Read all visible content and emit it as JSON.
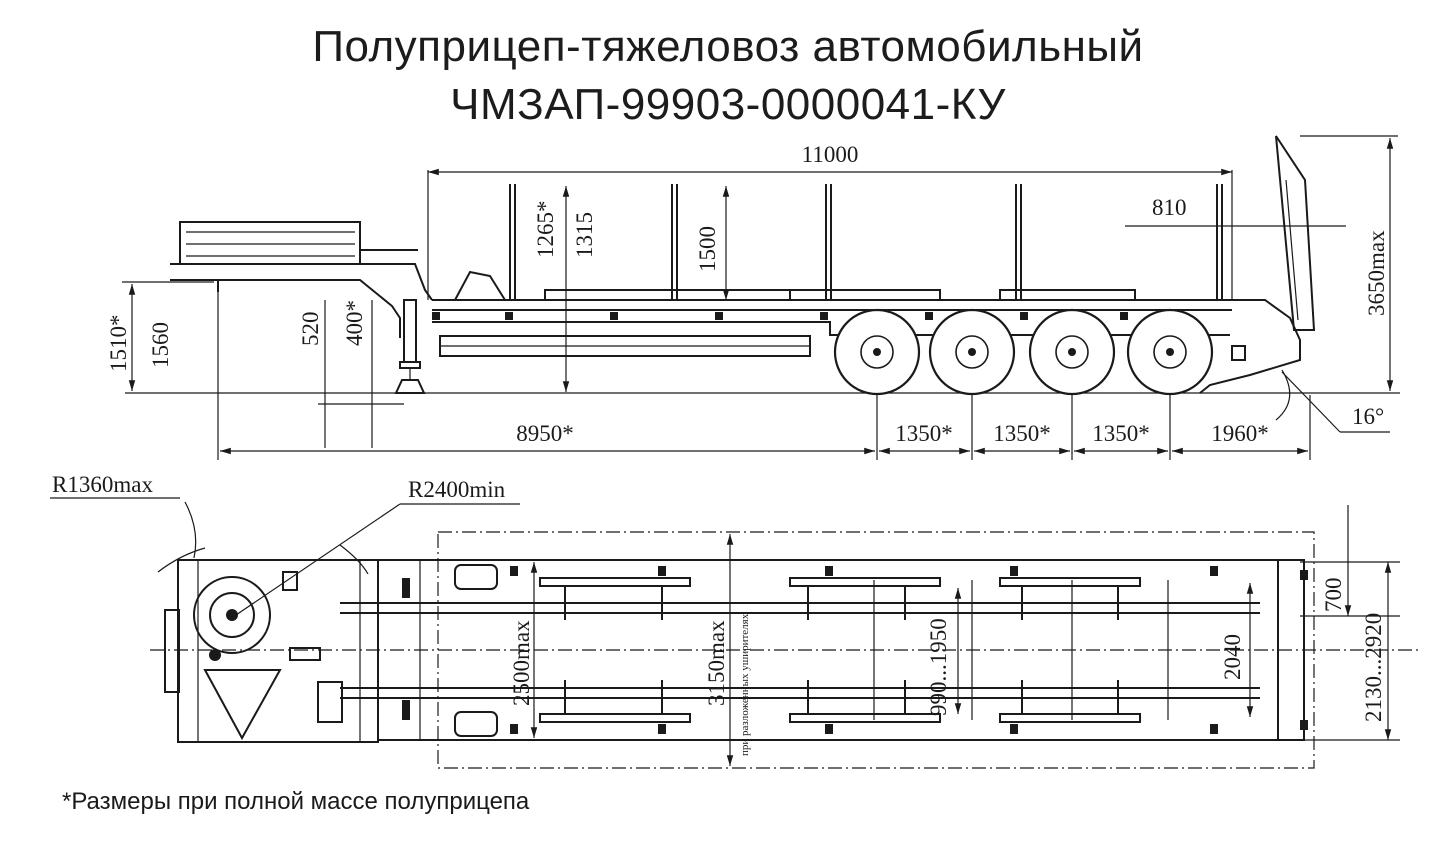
{
  "title": {
    "line1": "Полуприцеп-тяжеловоз автомобильный",
    "line2": "ЧМЗАП-99903-0000041-КУ"
  },
  "side_view": {
    "overall_length": "11000",
    "h_1265": "1265*",
    "h_1315": "1315",
    "h_1500": "1500",
    "h_810": "810",
    "h_3650": "3650max",
    "h_1510": "1510*",
    "h_1560": "1560",
    "h_520": "520",
    "h_400": "400*",
    "d_8950": "8950*",
    "d_1350a": "1350*",
    "d_1350b": "1350*",
    "d_1350c": "1350*",
    "d_1960": "1960*",
    "angle": "16°"
  },
  "top_view": {
    "r_max": "R1360max",
    "r_min": "R2400min",
    "w_2500": "2500max",
    "w_3150": "3150max",
    "w_note": "при разложенных уширителях",
    "w_990": "990...1950",
    "w_2040": "2040",
    "w_700": "700",
    "w_2130": "2130...2920"
  },
  "footnote": "*Размеры при полной массе полуприцепа"
}
